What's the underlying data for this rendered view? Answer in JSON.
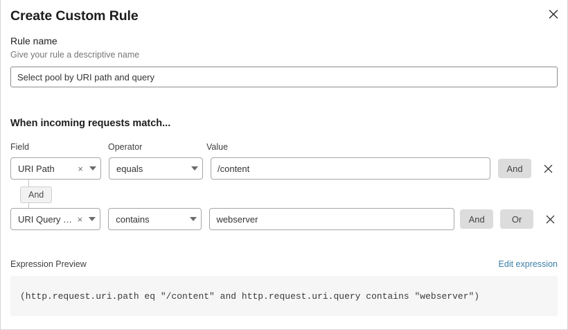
{
  "header": {
    "title": "Create Custom Rule",
    "close_icon": "close-icon"
  },
  "rule_name": {
    "label": "Rule name",
    "hint": "Give your rule a descriptive name",
    "value": "Select pool by URI path and query",
    "placeholder": "Select pool by URI path and query"
  },
  "conditions": {
    "heading": "When incoming requests match...",
    "columns": {
      "field": "Field",
      "operator": "Operator",
      "value": "Value"
    },
    "connector": {
      "label": "And"
    },
    "rows": [
      {
        "field": "URI Path",
        "field_clear_icon": "clear-icon",
        "operator": "equals",
        "value": "/content",
        "logic_buttons": [
          "And"
        ],
        "remove_icon": "close-icon"
      },
      {
        "field": "URI Query St...",
        "field_clear_icon": "clear-icon",
        "operator": "contains",
        "value": "webserver",
        "logic_buttons": [
          "And",
          "Or"
        ],
        "remove_icon": "close-icon"
      }
    ]
  },
  "expression_preview": {
    "title": "Expression Preview",
    "edit_link": "Edit expression",
    "expression": "(http.request.uri.path eq \"/content\" and http.request.uri.query contains \"webserver\")"
  },
  "colors": {
    "link": "#3d7fa8",
    "logic_button_bg": "#dcdcdc",
    "code_bg": "#f6f6f6"
  }
}
